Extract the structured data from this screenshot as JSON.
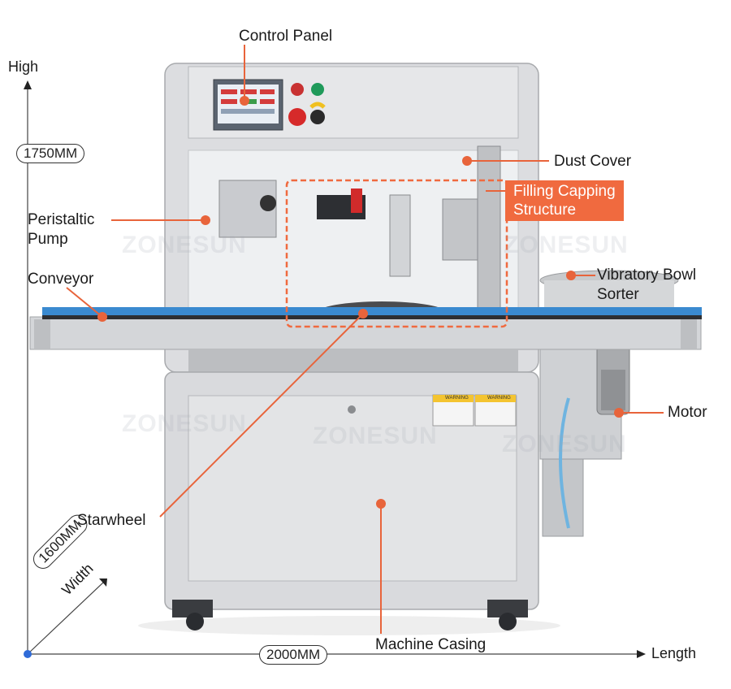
{
  "dimensions": {
    "height_label": "High",
    "height_value": "1750MM",
    "width_label": "Width",
    "width_value": "1600MM",
    "length_label": "Length",
    "length_value": "2000MM"
  },
  "labels": {
    "control_panel": "Control Panel",
    "dust_cover": "Dust Cover",
    "filling_capping": [
      "Filling Capping",
      "Structure"
    ],
    "peristaltic_pump": [
      "Peristaltic",
      "Pump"
    ],
    "conveyor": "Conveyor",
    "vibratory_bowl": [
      "Vibratory Bowl",
      "Sorter"
    ],
    "motor": "Motor",
    "starwheel": "Starwheel",
    "machine_casing": "Machine Casing"
  },
  "warning_stickers": [
    "WARNING",
    "WARNING"
  ],
  "watermark": "ZONESUN",
  "colors": {
    "accent": "#f06a3f",
    "machine_body": "#d8d9db",
    "conveyor_belt": "#3a8ad0"
  }
}
